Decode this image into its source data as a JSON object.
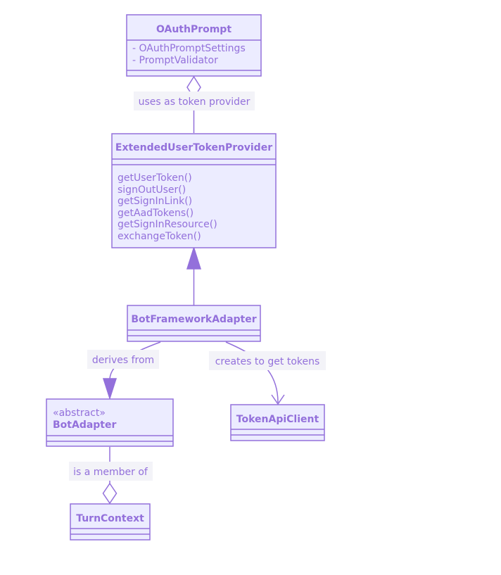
{
  "classes": {
    "oauth_prompt": {
      "name": "OAuthPrompt",
      "attributes": [
        "- OAuthPromptSettings",
        "- PromptValidator"
      ]
    },
    "extended_user_token_provider": {
      "name": "ExtendedUserTokenProvider",
      "methods": [
        "getUserToken()",
        "signOutUser()",
        "getSignInLink()",
        "getAadTokens()",
        "getSignInResource()",
        "exchangeToken()"
      ]
    },
    "bot_framework_adapter": {
      "name": "BotFrameworkAdapter"
    },
    "bot_adapter": {
      "stereotype": "«abstract»",
      "name": "BotAdapter"
    },
    "token_api_client": {
      "name": "TokenApiClient"
    },
    "turn_context": {
      "name": "TurnContext"
    }
  },
  "relations": {
    "uses_token_provider": "uses as token provider",
    "derives_from": "derives from",
    "creates_tokens": "creates to get tokens",
    "is_member_of": "is a member of"
  },
  "colors": {
    "box_fill": "#ececff",
    "stroke": "#9370db",
    "text": "#9370db",
    "label_bg": "#f3f3f8"
  }
}
